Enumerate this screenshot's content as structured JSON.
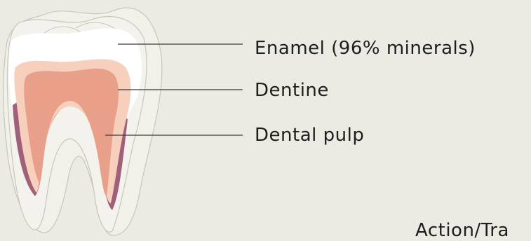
{
  "labels": {
    "enamel": "Enamel (96% minerals)",
    "dentine": "Dentine",
    "pulp": "Dental pulp",
    "partial_heading": "Action/Tra"
  },
  "colors": {
    "background": "#ebebe4",
    "tooth_outer": "#f1f0e9",
    "tooth_outline": "#c7c6bd",
    "enamel": "#ffffff",
    "dentine": "#f7cfbd",
    "pulp": "#e9a08b",
    "cementum": "#a0607a",
    "leader_line": "#3a3a3a",
    "text": "#1e1e1e"
  }
}
